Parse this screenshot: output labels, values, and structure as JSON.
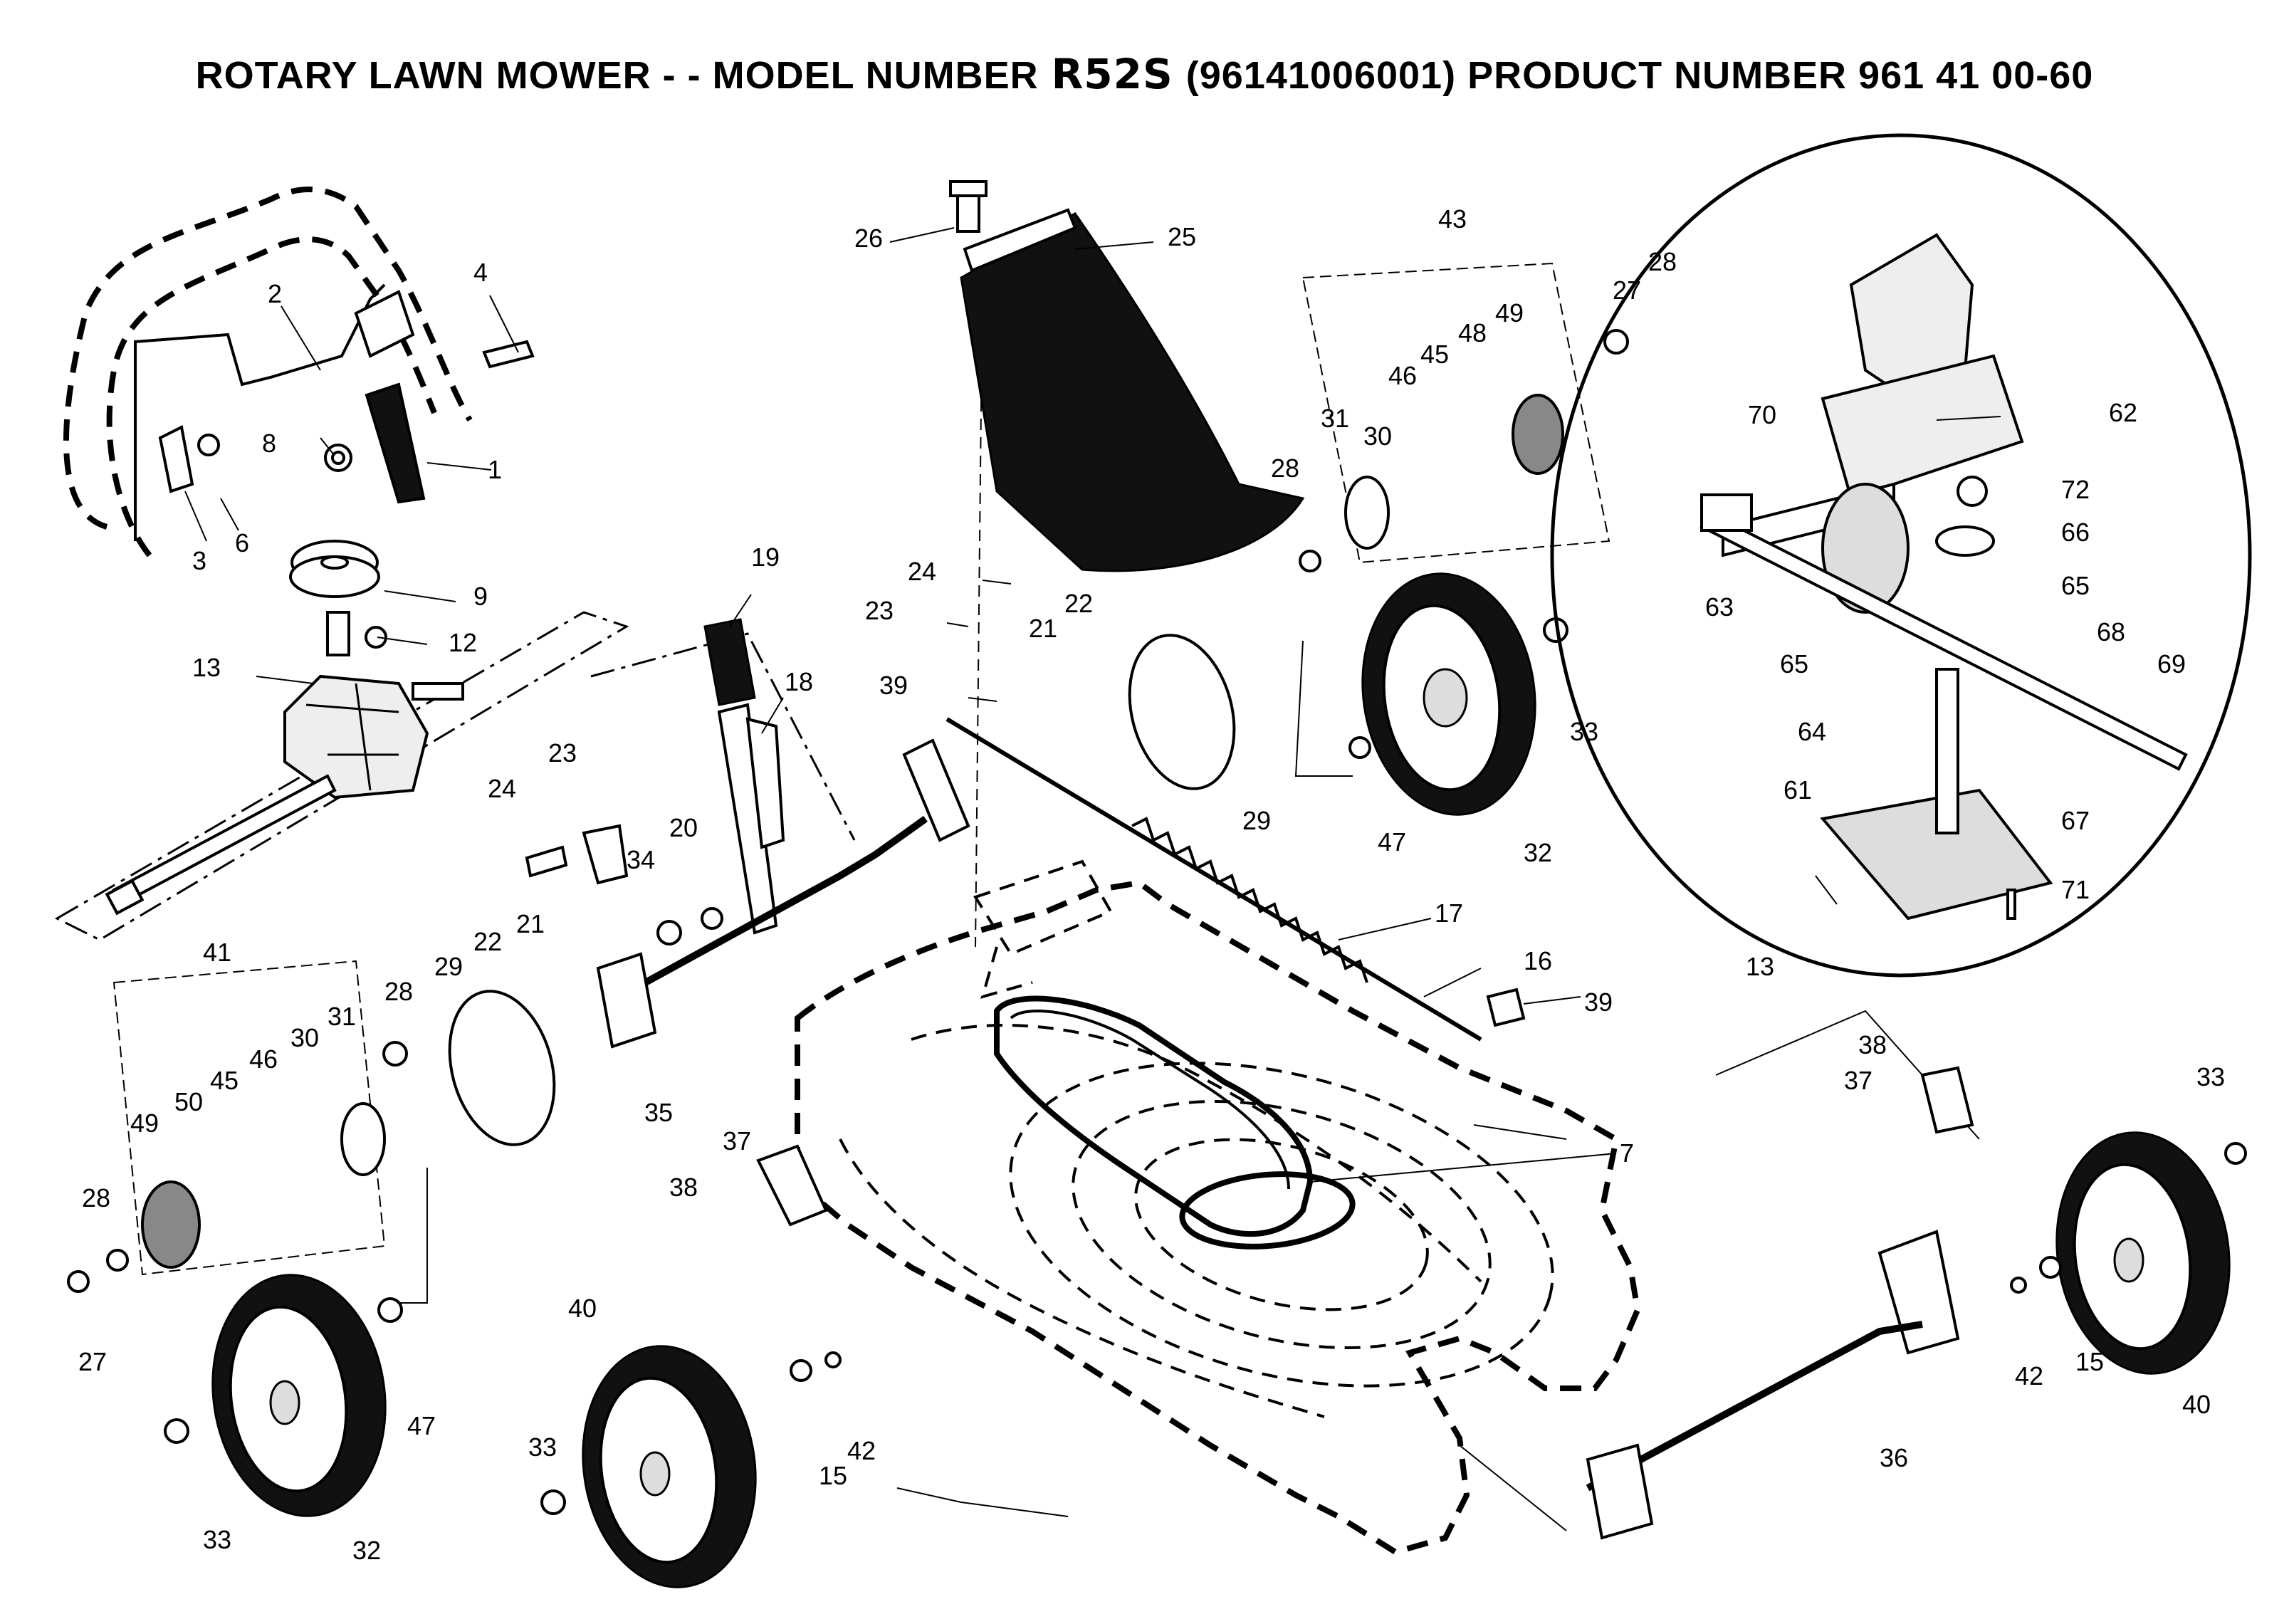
{
  "title": {
    "prefix": "ROTARY LAWN MOWER - - MODEL NUMBER",
    "model": "R52S",
    "suffix": "(96141006001) PRODUCT NUMBER 961 41 00-60"
  },
  "callouts": {
    "c1": "1",
    "c2": "2",
    "c3": "3",
    "c4": "4",
    "c6": "6",
    "c7": "7",
    "c8": "8",
    "c9": "9",
    "c12": "12",
    "c13a": "13",
    "c13b": "13",
    "c15a": "15",
    "c15b": "15",
    "c16": "16",
    "c17": "17",
    "c18": "18",
    "c19": "19",
    "c20": "20",
    "c21a": "21",
    "c21b": "21",
    "c22a": "22",
    "c22b": "22",
    "c23a": "23",
    "c23b": "23",
    "c24a": "24",
    "c24b": "24",
    "c25": "25",
    "c26": "26",
    "c27a": "27",
    "c27b": "27",
    "c28a": "28",
    "c28b": "28",
    "c28c": "28",
    "c28d": "28",
    "c29a": "29",
    "c29b": "29",
    "c30a": "30",
    "c30b": "30",
    "c31a": "31",
    "c31b": "31",
    "c32a": "32",
    "c32b": "32",
    "c33a": "33",
    "c33b": "33",
    "c33c": "33",
    "c33d": "33",
    "c34": "34",
    "c35": "35",
    "c36": "36",
    "c37a": "37",
    "c37b": "37",
    "c38a": "38",
    "c38b": "38",
    "c39a": "39",
    "c39b": "39",
    "c40a": "40",
    "c40b": "40",
    "c41": "41",
    "c42a": "42",
    "c42b": "42",
    "c43": "43",
    "c45a": "45",
    "c45b": "45",
    "c46a": "46",
    "c46b": "46",
    "c47a": "47",
    "c47b": "47",
    "c48": "48",
    "c49a": "49",
    "c49b": "49",
    "c50": "50",
    "c61": "61",
    "c62": "62",
    "c63": "63",
    "c64": "64",
    "c65a": "65",
    "c65b": "65",
    "c66": "66",
    "c67": "67",
    "c68": "68",
    "c69": "69",
    "c70": "70",
    "c71": "71",
    "c72": "72"
  }
}
